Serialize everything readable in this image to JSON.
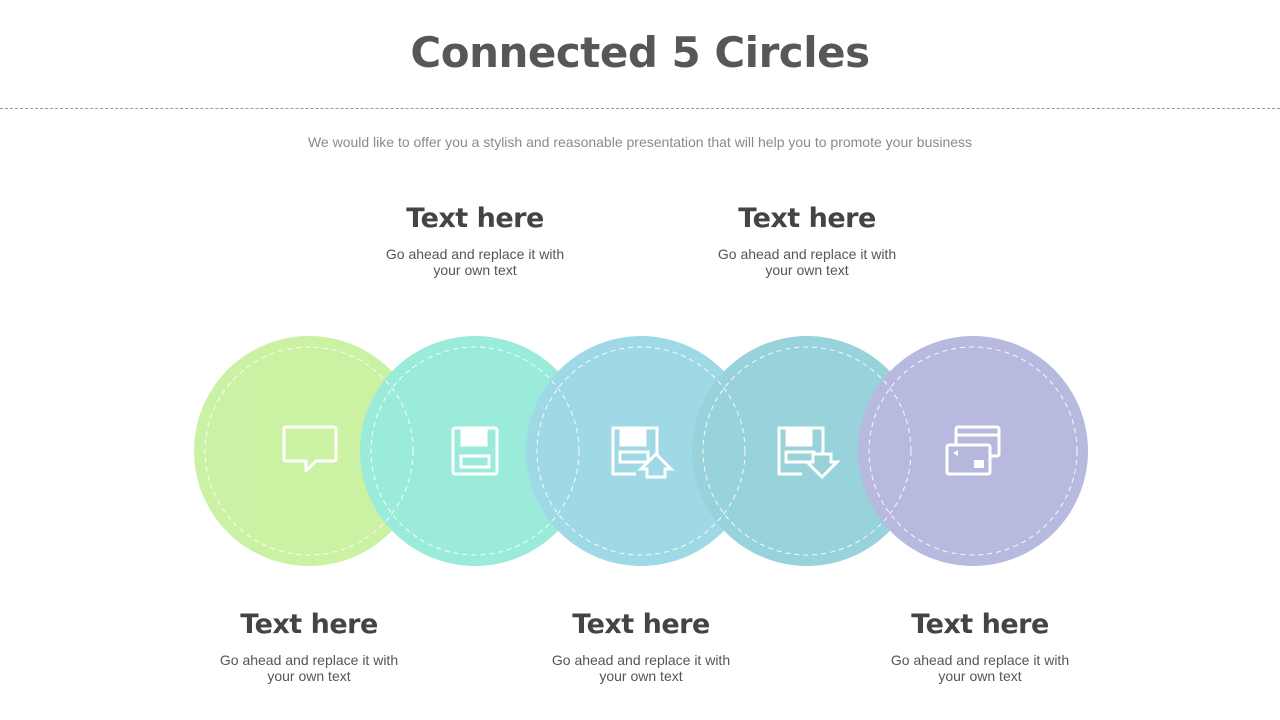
{
  "title": "Connected 5 Circles",
  "subtitle": "We would like to offer you a stylish and reasonable presentation that will help you to promote your business",
  "circles": [
    {
      "icon": "speech-bubble-icon",
      "color": "#bdee8a"
    },
    {
      "icon": "floppy-disk-icon",
      "color": "#7fe6d0"
    },
    {
      "icon": "floppy-upload-icon",
      "color": "#85cfe0"
    },
    {
      "icon": "floppy-download-icon",
      "color": "#7cc6d0"
    },
    {
      "icon": "credit-cards-icon",
      "color": "#a3a7d6"
    }
  ],
  "labels": [
    {
      "heading": "Text here",
      "desc1": "Go ahead and replace it with",
      "desc2": "your own text"
    },
    {
      "heading": "Text here",
      "desc1": "Go ahead and replace it with",
      "desc2": "your own text"
    },
    {
      "heading": "Text here",
      "desc1": "Go ahead and replace it with",
      "desc2": "your own text"
    },
    {
      "heading": "Text here",
      "desc1": "Go ahead and replace it with",
      "desc2": "your own text"
    },
    {
      "heading": "Text here",
      "desc1": "Go ahead and replace it with",
      "desc2": "your own text"
    }
  ]
}
